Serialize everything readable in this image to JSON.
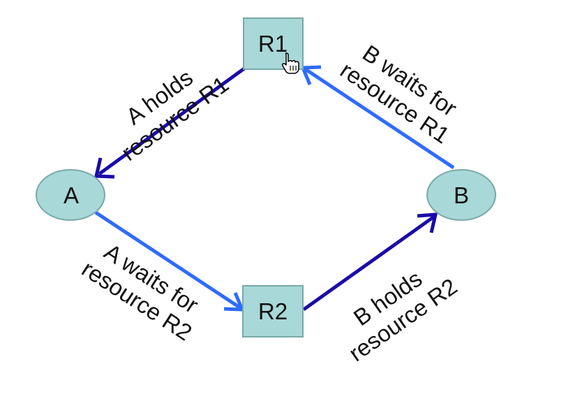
{
  "nodes": {
    "r1": {
      "label": "R1"
    },
    "r2": {
      "label": "R2"
    },
    "a": {
      "label": "A"
    },
    "b": {
      "label": "B"
    }
  },
  "edges": {
    "r1_to_a": {
      "line1": "A holds",
      "line2": "resource R1"
    },
    "b_to_r1": {
      "line1": "B waits for",
      "line2": "resource R1"
    },
    "a_to_r2": {
      "line1": "A waits for",
      "line2": "resource R2"
    },
    "r2_to_b": {
      "line1": "B holds",
      "line2": "resource R2"
    }
  },
  "colors": {
    "node_fill": "#a8d8d8",
    "node_stroke": "#7aa9a9",
    "holds_arrow": "#1a0aa8",
    "waits_arrow": "#2e6bff"
  }
}
